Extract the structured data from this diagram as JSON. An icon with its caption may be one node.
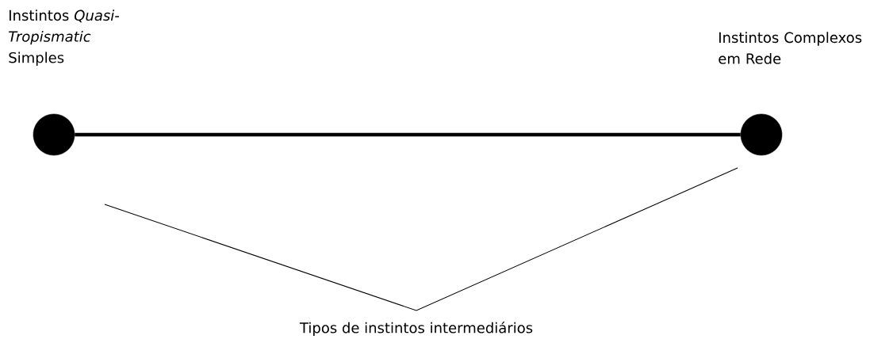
{
  "diagram": {
    "nodes": [
      {
        "text": [
          "Instintos *Quasi-Tropismatic* Simples"
        ]
      },
      {
        "text": [
          "Instintos Complexos em Rede"
        ]
      }
    ],
    "edges": [
      {
        "from": 0,
        "to": 1,
        "arrow": "none"
      }
    ],
    "labels": [
      "Tipos de instintos intermediários"
    ]
  }
}
